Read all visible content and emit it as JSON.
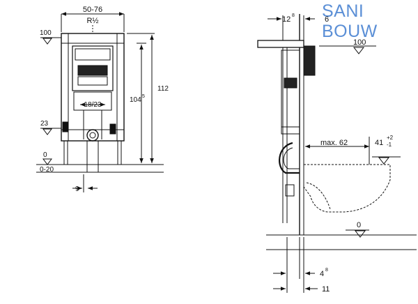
{
  "brand": {
    "text": "SANI BOUW",
    "color": "#5b8fd6"
  },
  "front_view": {
    "dim_width": "50-76",
    "dim_thread": "R½",
    "dim_inner": "18/23",
    "dim_height_total": "112",
    "dim_height_frame": "104",
    "dim_height_frame_sup": "5",
    "level_top": "100",
    "level_mid": "23",
    "level_floor": "0",
    "level_floor_range": "0-20",
    "dim_bottom": "9"
  },
  "side_view": {
    "dim_top_left": "12",
    "dim_top_left_sup": "8",
    "dim_top_right": "6",
    "level_top": "100",
    "dim_max": "max. 62",
    "dim_outlet": "41",
    "dim_outlet_tol_plus": "+2",
    "dim_outlet_tol_minus": "-1",
    "level_floor": "0",
    "dim_bottom_inner": "4",
    "dim_bottom_inner_sup": "8",
    "dim_bottom_outer": "11"
  }
}
